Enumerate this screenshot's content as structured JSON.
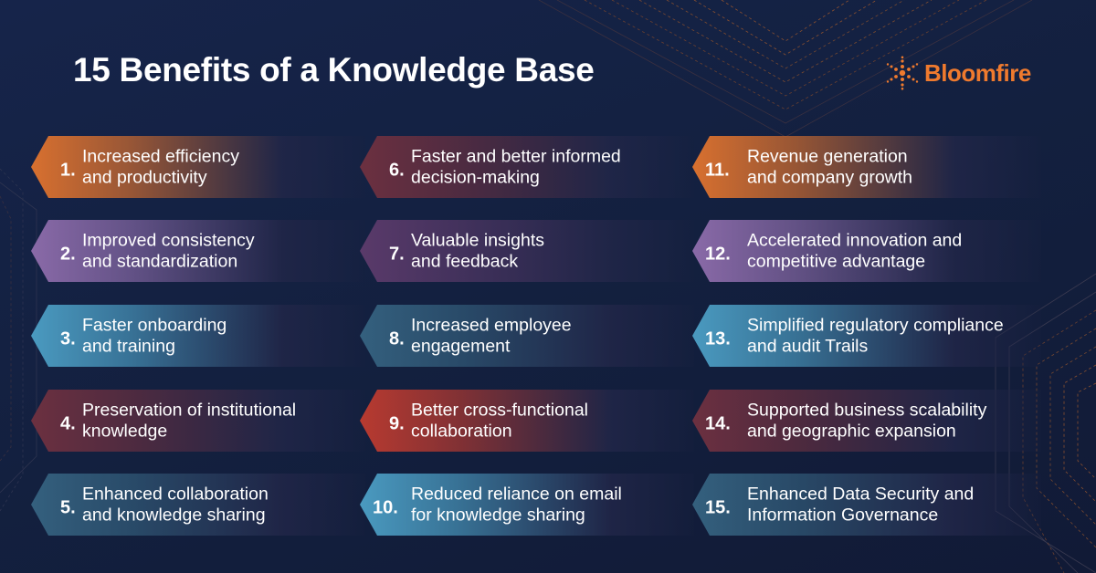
{
  "header": {
    "title": "15 Benefits of a Knowledge Base",
    "brand": "Bloomfire",
    "brand_icon": "sunburst-dots-icon",
    "brand_color": "#ef7a2e"
  },
  "theme": {
    "background": "#14213f",
    "accent_orange": "#d8702f",
    "accent_purple": "#8a6aa8",
    "accent_blue": "#4a9ac0",
    "accent_maroon": "#6c3040",
    "accent_teal": "#34607e",
    "accent_red": "#b83a30"
  },
  "benefits": [
    {
      "number": "1.",
      "line1": "Increased efficiency",
      "line2": "and productivity",
      "color": "#d8702f"
    },
    {
      "number": "2.",
      "line1": "Improved consistency",
      "line2": "and standardization",
      "color": "#8a6aa8"
    },
    {
      "number": "3.",
      "line1": "Faster onboarding",
      "line2": "and training",
      "color": "#4a9ac0"
    },
    {
      "number": "4.",
      "line1": "Preservation of institutional",
      "line2": "knowledge",
      "color": "#6c3040"
    },
    {
      "number": "5.",
      "line1": "Enhanced collaboration",
      "line2": "and knowledge sharing",
      "color": "#34607e"
    },
    {
      "number": "6.",
      "line1": "Faster and better informed",
      "line2": "decision-making",
      "color": "#6c3040"
    },
    {
      "number": "7.",
      "line1": "Valuable insights",
      "line2": "and feedback",
      "color": "#5a3a6a"
    },
    {
      "number": "8.",
      "line1": "Increased employee",
      "line2": "engagement",
      "color": "#34607e"
    },
    {
      "number": "9.",
      "line1": "Better cross-functional",
      "line2": "collaboration",
      "color": "#b83a30"
    },
    {
      "number": "10.",
      "line1": "Reduced reliance on email",
      "line2": "for knowledge sharing",
      "color": "#4a9ac0"
    },
    {
      "number": "11.",
      "line1": "Revenue generation",
      "line2": "and company growth",
      "color": "#d8702f"
    },
    {
      "number": "12.",
      "line1": "Accelerated innovation and",
      "line2": "competitive advantage",
      "color": "#8a6aa8"
    },
    {
      "number": "13.",
      "line1": "Simplified regulatory compliance",
      "line2": "and audit Trails",
      "color": "#4a9ac0"
    },
    {
      "number": "14.",
      "line1": "Supported business scalability",
      "line2": "and geographic expansion",
      "color": "#6c3040"
    },
    {
      "number": "15.",
      "line1": "Enhanced Data Security and",
      "line2": "Information Governance",
      "color": "#34607e"
    }
  ]
}
